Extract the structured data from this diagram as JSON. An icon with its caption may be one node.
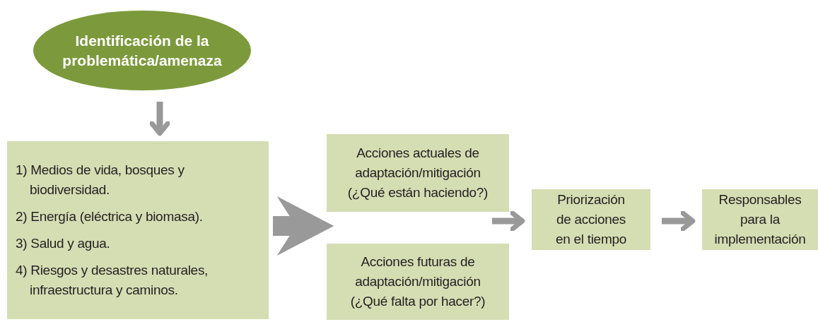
{
  "diagram": {
    "nodes": [
      {
        "text": [
          "Identificación de la problemática/amenaza"
        ]
      },
      {
        "text": [
          "1) Medios de vida, bosques y biodiversidad.",
          "2) Energía (eléctrica y biomasa).",
          "3) Salud y agua.",
          "4) Riesgos y desastres naturales, infraestructura y caminos."
        ]
      },
      {
        "text": [
          "Acciones actuales de adaptación/mitigación (¿Qué están haciendo?)"
        ]
      },
      {
        "text": [
          "Acciones futuras de adaptación/mitigación (¿Qué falta por hacer?)"
        ]
      },
      {
        "text": [
          "Priorización de acciones en el tiempo"
        ]
      },
      {
        "text": [
          "Responsables para la implementación"
        ]
      }
    ],
    "edges": [
      {
        "from": 0,
        "to": 1,
        "arrow": "to"
      },
      {
        "from": 1,
        "to": 2,
        "arrow": "to",
        "style": "thick"
      },
      {
        "from": 1,
        "to": 3,
        "arrow": "to",
        "style": "thick"
      },
      {
        "from": 2,
        "to": 4,
        "arrow": "to"
      },
      {
        "from": 4,
        "to": 5,
        "arrow": "to"
      }
    ]
  }
}
